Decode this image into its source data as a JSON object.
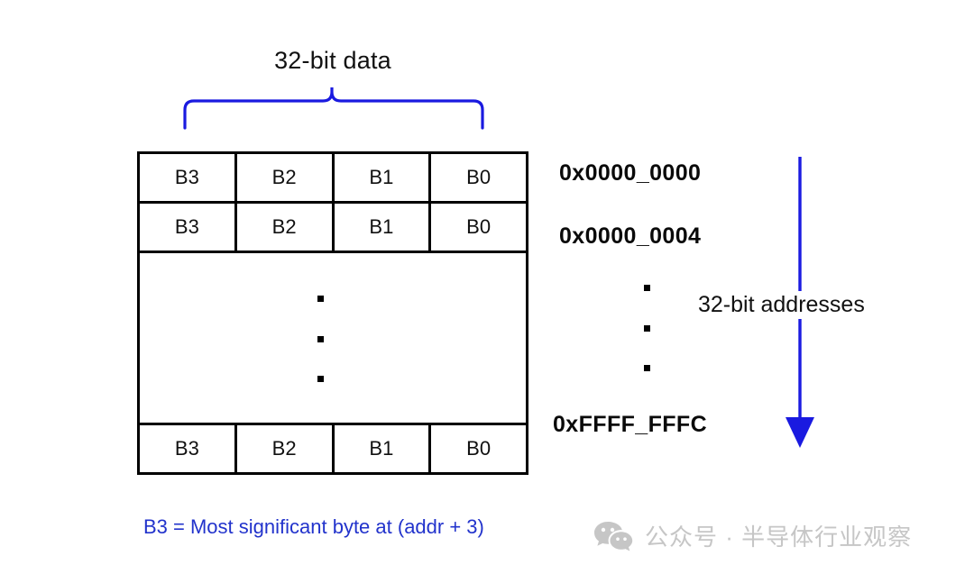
{
  "diagram": {
    "title_label": "32-bit data",
    "byte_columns": [
      "B3",
      "B2",
      "B1",
      "B0"
    ],
    "rows": [
      {
        "bytes": [
          "B3",
          "B2",
          "B1",
          "B0"
        ],
        "address": "0x0000_0000"
      },
      {
        "bytes": [
          "B3",
          "B2",
          "B1",
          "B0"
        ],
        "address": "0x0000_0004"
      },
      {
        "bytes": [
          "B3",
          "B2",
          "B1",
          "B0"
        ],
        "address": "0xFFFF_FFFC"
      }
    ],
    "addresses": {
      "first": "0x0000_0000",
      "second": "0x0000_0004",
      "last": "0xFFFF_FFFC",
      "direction_label": "32-bit addresses"
    },
    "ellipsis_dot_count": 3,
    "legend_caption": "B3 = Most significant byte at (addr + 3)",
    "colors": {
      "accent_blue": "#1a1ae0",
      "caption_blue": "#2233cc",
      "line_black": "#000000",
      "watermark_gray": "#c6c6c6",
      "background": "#ffffff"
    }
  },
  "watermark": {
    "icon": "wechat-icon",
    "text": "公众号 · 半导体行业观察"
  }
}
